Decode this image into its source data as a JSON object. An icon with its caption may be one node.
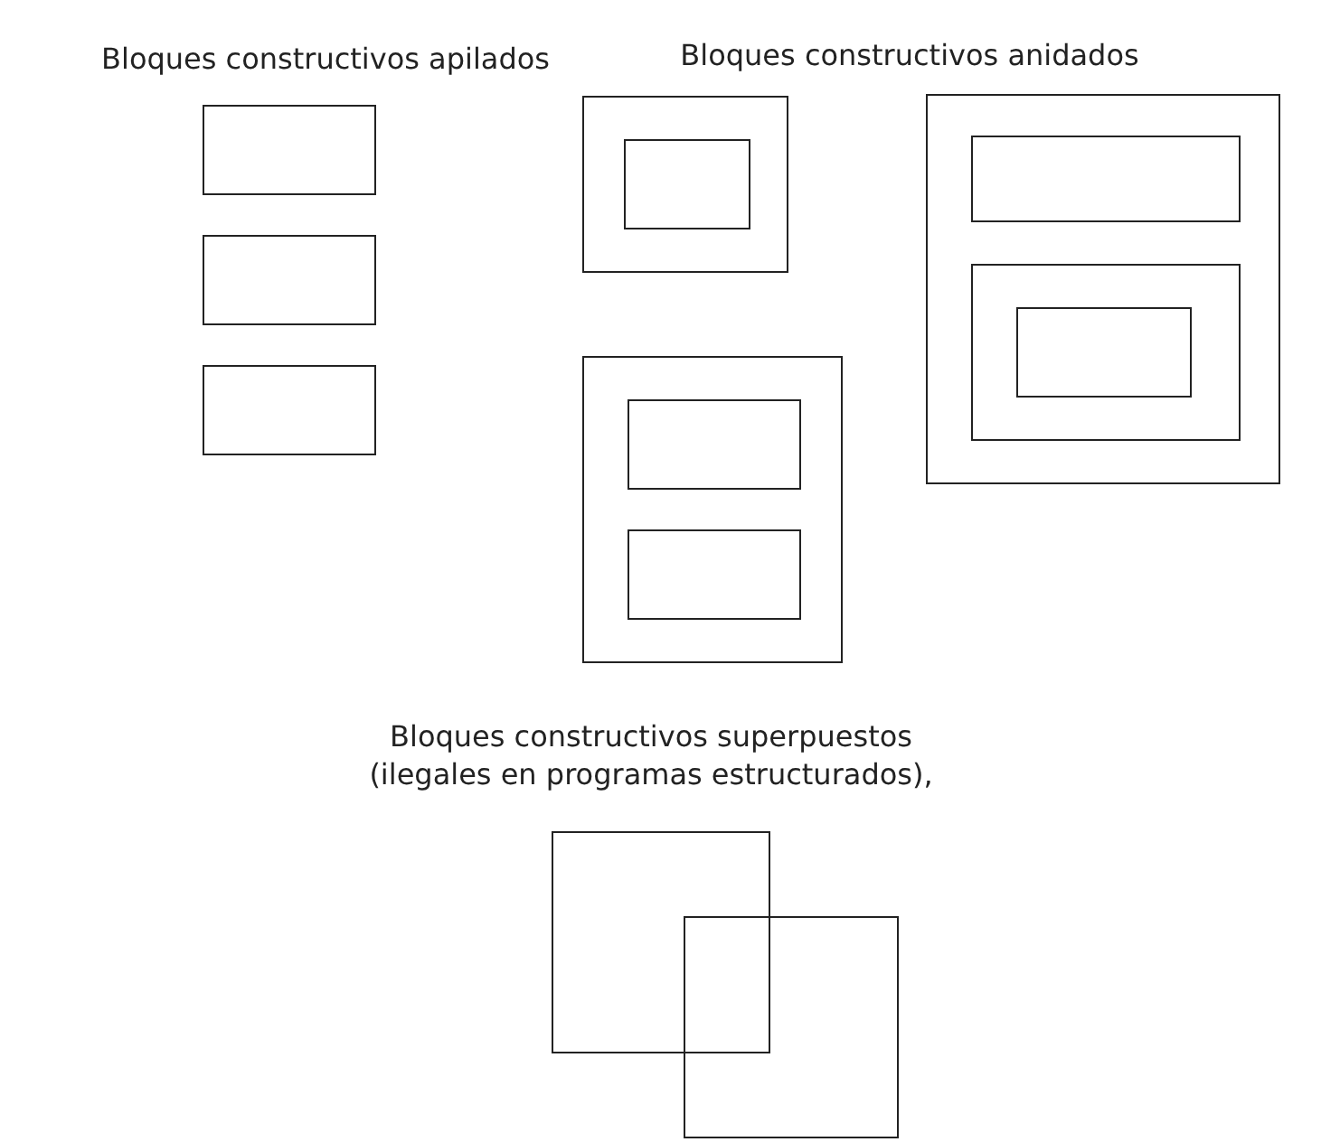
{
  "diagram": {
    "nodes": [
      {
        "text": [],
        "shape": "box"
      },
      {
        "text": [],
        "shape": "box"
      },
      {
        "text": [],
        "shape": "box"
      },
      {
        "text": [],
        "shape": "box"
      },
      {
        "text": [],
        "shape": "box",
        "in": 3
      },
      {
        "text": [],
        "shape": "box"
      },
      {
        "text": [],
        "shape": "box",
        "in": 5
      },
      {
        "text": [],
        "shape": "box",
        "in": 5
      },
      {
        "text": [],
        "shape": "box"
      },
      {
        "text": [],
        "shape": "box",
        "in": 8
      },
      {
        "text": [],
        "shape": "box",
        "in": 8
      },
      {
        "text": [],
        "shape": "box",
        "in": 10
      },
      {
        "text": [],
        "shape": "box"
      },
      {
        "text": [],
        "shape": "box"
      }
    ],
    "edges": [],
    "labels": [
      "Bloques constructivos apilados",
      "Bloques constructivos anidados",
      "Bloques constructivos superpuestos (ilegales en programas estructurados),"
    ]
  }
}
